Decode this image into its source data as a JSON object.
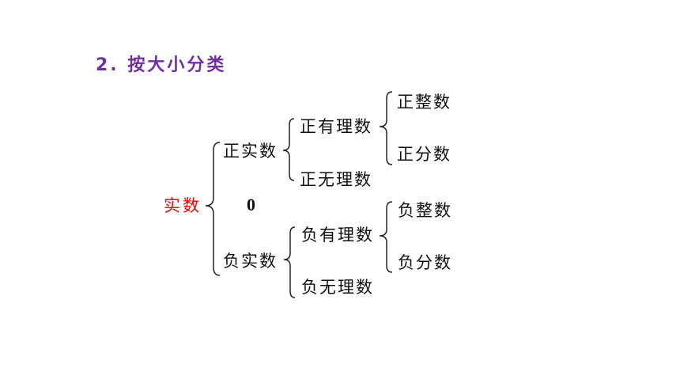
{
  "heading": "2. 按大小分类",
  "tree": {
    "root": "实数",
    "positive": {
      "label": "正实数",
      "rational": {
        "label": "正有理数",
        "integer": "正整数",
        "fraction": "正分数"
      },
      "irrational": "正无理数"
    },
    "zero": "0",
    "negative": {
      "label": "负实数",
      "rational": {
        "label": "负有理数",
        "integer": "负整数",
        "fraction": "负分数"
      },
      "irrational": "负无理数"
    }
  }
}
